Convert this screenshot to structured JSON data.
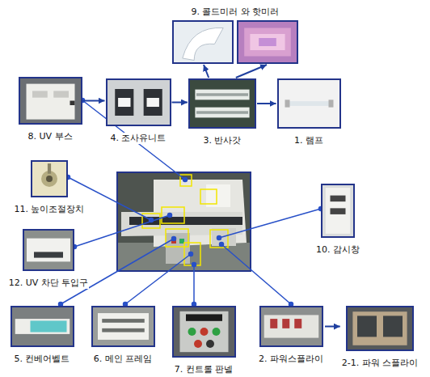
{
  "diagram": {
    "nodes": [
      {
        "text": [
          "9. 콜드미러 와 핫미러"
        ]
      },
      {
        "text": [
          "8. UV 부스"
        ]
      },
      {
        "text": [
          "4. 조사유니트"
        ]
      },
      {
        "text": [
          "3. 반사갓"
        ]
      },
      {
        "text": [
          "1. 램프"
        ]
      },
      {
        "text": [
          "11. 높이조절장치"
        ]
      },
      {
        "text": [
          "10. 감시창"
        ]
      },
      {
        "text": [
          "12. UV 차단 투입구"
        ]
      },
      {
        "text": [
          "5. 컨베어벨트"
        ]
      },
      {
        "text": [
          "6. 메인 프레임"
        ]
      },
      {
        "text": [
          "7. 컨트롤 판넬"
        ]
      },
      {
        "text": [
          "2. 파워스플라이"
        ]
      },
      {
        "text": [
          "2-1. 파워 스플라이"
        ]
      }
    ],
    "edges": [
      {
        "from": 1,
        "to": 2,
        "arrow": "to"
      },
      {
        "from": 2,
        "to": 3,
        "arrow": "to"
      },
      {
        "from": 3,
        "to": 4,
        "arrow": "to"
      },
      {
        "from": 3,
        "to": 0,
        "arrow": "to"
      },
      {
        "from": 3,
        "to": 0,
        "arrow": "to"
      },
      {
        "from": 11,
        "to": 12,
        "arrow": "to"
      }
    ]
  }
}
